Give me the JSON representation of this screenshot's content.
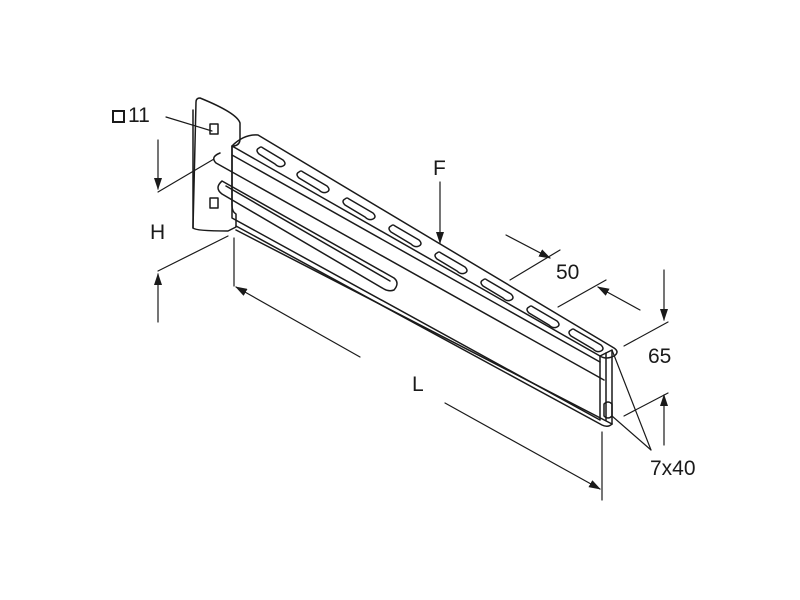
{
  "labels": {
    "square_hole": "11",
    "height": "H",
    "force": "F",
    "slot_pitch": "50",
    "flange_height": "65",
    "length": "L",
    "slot_size": "7x40"
  }
}
